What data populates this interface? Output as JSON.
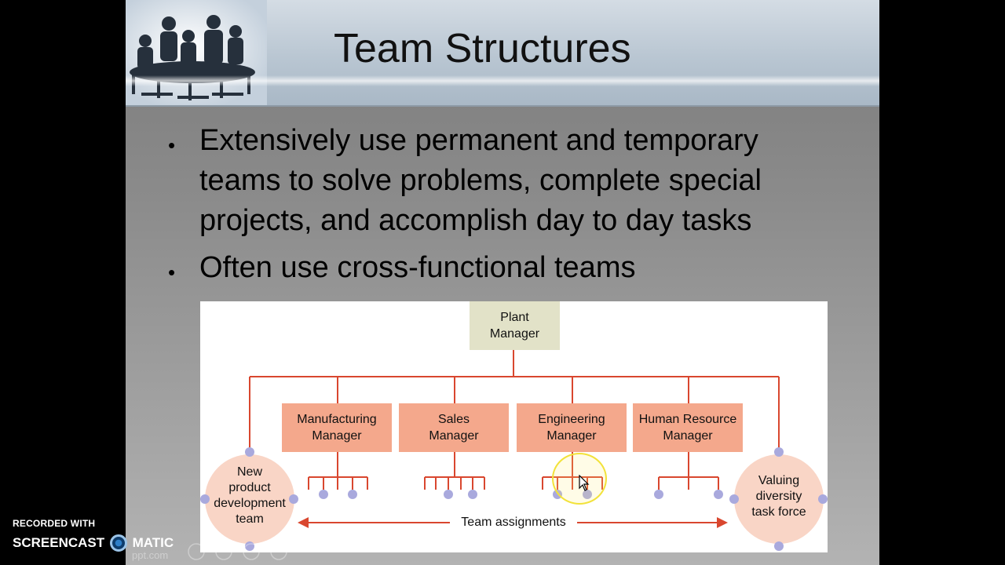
{
  "slide": {
    "title": "Team Structures",
    "bullets": [
      {
        "lines": [
          "Extensively use permanent and temporary",
          "teams to solve problems, complete special",
          "projects, and accomplish day to day tasks"
        ]
      },
      {
        "lines": [
          "Often use cross-functional teams"
        ]
      }
    ],
    "bullet_glyph": "•"
  },
  "diagram": {
    "top": {
      "line1": "Plant",
      "line2": "Manager"
    },
    "managers": [
      {
        "line1": "Manufacturing",
        "line2": "Manager"
      },
      {
        "line1": "Sales",
        "line2": "Manager"
      },
      {
        "line1": "Engineering",
        "line2": "Manager"
      },
      {
        "line1": "Human Resource",
        "line2": "Manager"
      }
    ],
    "left_team": {
      "lines": [
        "New",
        "product",
        "development",
        "team"
      ]
    },
    "right_team": {
      "lines": [
        "Valuing",
        "diversity",
        "task force"
      ]
    },
    "assignments_label": "Team assignments",
    "colors": {
      "line": "#d9472f",
      "manager_box": "#f4a88c",
      "plant_box": "#e2e2c8",
      "team_circle": "#f9d5c6",
      "dot": "#a9a9dd"
    }
  },
  "watermark": {
    "recorded_with": "RECORDED WITH",
    "brand_left": "SCREENCAST",
    "brand_right": "MATIC",
    "url_fragment": "ppt.com"
  }
}
